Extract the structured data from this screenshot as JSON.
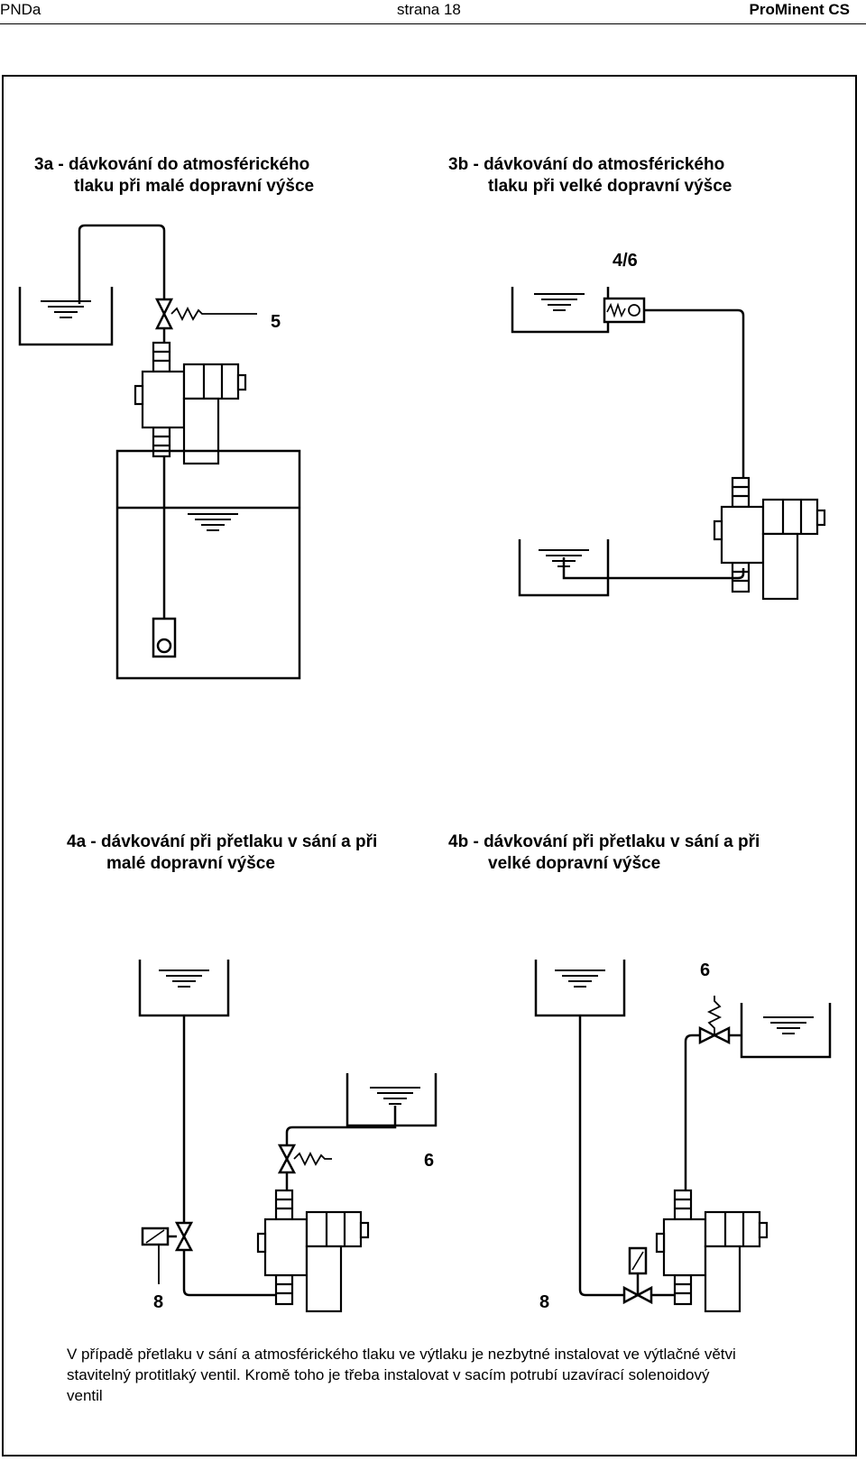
{
  "header": {
    "left": "PNDa",
    "center": "strana 18",
    "right": "ProMinent CS"
  },
  "captions": {
    "c3a": {
      "number": "3a -",
      "line1": "dávkování do atmosférického",
      "line2": "tlaku při malé dopravní výšce"
    },
    "c3b": {
      "number": "3b -",
      "line1": "dávkování do atmosférického",
      "line2": "tlaku při velké dopravní výšce"
    },
    "c4a": {
      "number": "4a -",
      "line1": "dávkování při přetlaku v sání a při",
      "line2": "malé dopravní výšce"
    },
    "c4b": {
      "number": "4b -",
      "line1": "dávkování při přetlaku v sání a při",
      "line2": "velké dopravní výšce"
    }
  },
  "labels": {
    "d3a_valve": "5",
    "d3b_valve": "4/6",
    "d4a_valve": "6",
    "d4a_solenoid": "8",
    "d4b_valve": "6",
    "d4b_solenoid": "8"
  },
  "note": {
    "line1": "V případě přetlaku v sání a atmosférického tlaku ve výtlaku je nezbytné instalovat ve výtlačné větvi",
    "line2": "stavitelný protitlaký ventil. Kromě toho je třeba instalovat v sacím potrubí uzavírací solenoidový",
    "line3": "ventil"
  }
}
